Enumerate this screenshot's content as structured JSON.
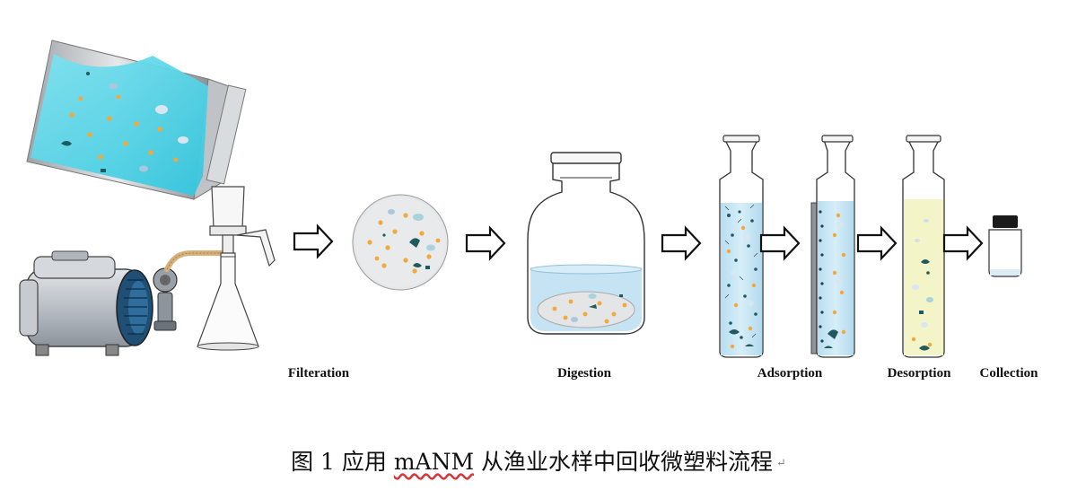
{
  "steps": [
    {
      "id": "filtration",
      "label": "Filteration"
    },
    {
      "id": "digestion",
      "label": "Digestion"
    },
    {
      "id": "adsorption",
      "label": "Adsorption"
    },
    {
      "id": "desorption",
      "label": "Desorption"
    },
    {
      "id": "collection",
      "label": "Collection"
    }
  ],
  "caption": {
    "prefix": "图 1 应用 ",
    "underlined": "mANM",
    "suffix": " 从渔业水样中回收微塑料流程",
    "paragraph_mark": "↵"
  },
  "colors": {
    "water": "#5fd3e6",
    "particle_orange": "#f2a83a",
    "particle_dark": "#1f5a5e",
    "particle_light": "#a9c8dc",
    "desorption_liquid": "#f3f4c8",
    "arrow_outline": "#111111"
  },
  "icons": [
    "pump-icon",
    "filter-flask-icon",
    "filter-disc-icon",
    "digestion-bottle-icon",
    "column-tube-icon",
    "magnet-icon",
    "collection-vial-icon",
    "process-arrow-icon"
  ]
}
